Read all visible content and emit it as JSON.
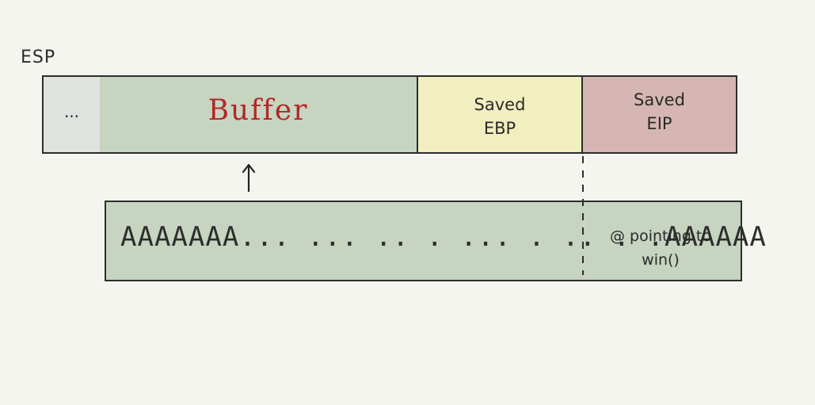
{
  "esp_label": "ESP",
  "stack": {
    "ellipsis": "...",
    "buffer": "Buffer",
    "saved_ebp": "Saved\nEBP",
    "saved_eip": "Saved\nEIP"
  },
  "payload": {
    "filler": "AAAAAAA... ... .. . ... . .. . .AAAAAA",
    "return_address": "@ pointing to\nwin()"
  },
  "colors": {
    "background": "#f5f5f0",
    "ellipsis_cell": "#dfe3e0",
    "buffer_cell": "#c7d4c0",
    "ebp_cell": "#f1eebf",
    "eip_cell": "#d6b6b2",
    "buffer_text": "#b3262a",
    "stroke": "#2d2d2d"
  }
}
